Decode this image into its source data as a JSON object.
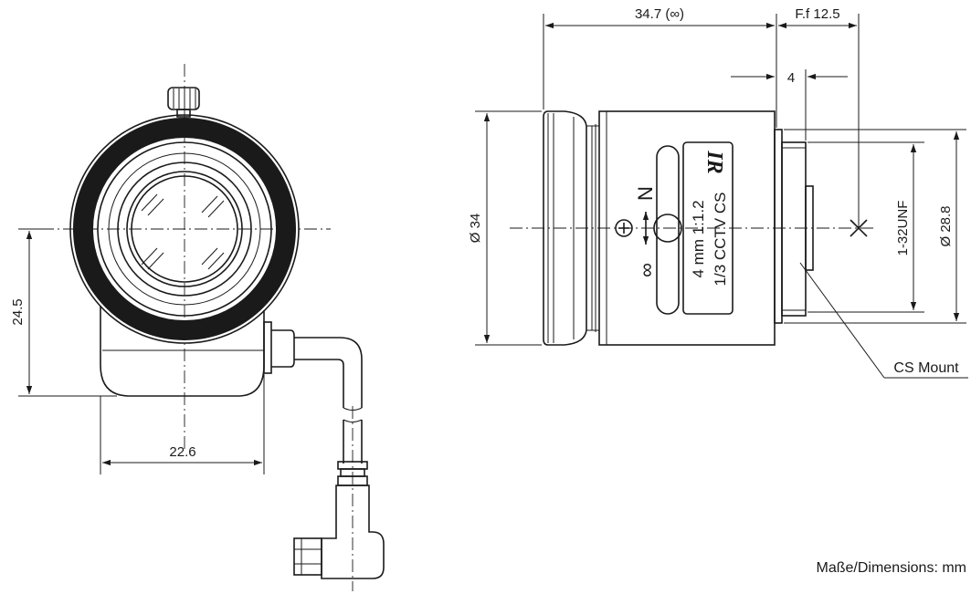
{
  "front_view": {
    "width_dim": "22.6",
    "height_dim": "24.5"
  },
  "side_view": {
    "length_dim": "34.7 (∞)",
    "flange_dim": "F.f 12.5",
    "thread_len_dim": "4",
    "diameter_dim": "Ø 34",
    "mount_diameter_dim": "Ø 28.8",
    "thread_dim": "1-32UNF",
    "mount_callout": "CS Mount"
  },
  "lens_label": {
    "brand": "IR",
    "line1": "4 mm  1:1.2",
    "line2": "1/3  CCTV  CS",
    "focus_near": "N",
    "focus_far": "∞"
  },
  "footer": {
    "units": "Maße/Dimensions: mm"
  }
}
